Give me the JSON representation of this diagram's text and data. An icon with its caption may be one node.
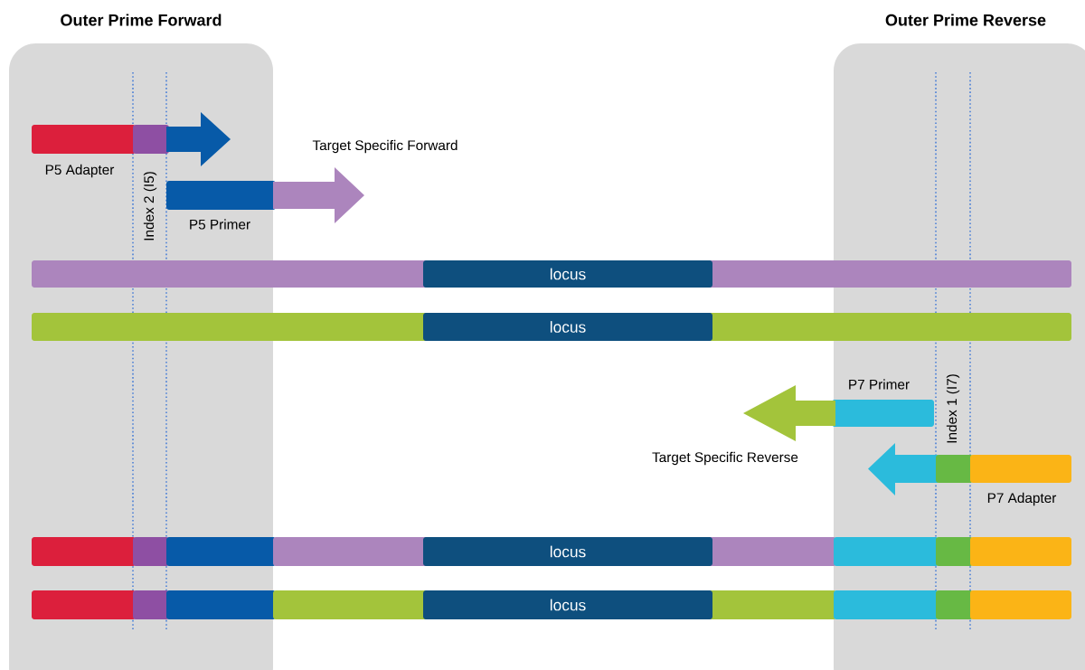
{
  "diagram": {
    "nodes": [
      {
        "text": [
          "Outer Prime Forward"
        ]
      },
      {
        "text": [
          "Outer Prime Reverse"
        ]
      },
      {
        "text": [
          "locus"
        ]
      },
      {
        "text": [
          "locus"
        ]
      },
      {
        "text": [
          "locus"
        ]
      },
      {
        "text": [
          "locus"
        ]
      }
    ],
    "labels": [
      "P5 Adapter",
      "Index 2 (I5)",
      "Target Specific Forward",
      "P5 Primer",
      "P7 Primer",
      "Index 1 (I7)",
      "Target Specific Reverse",
      "P7 Adapter"
    ]
  }
}
